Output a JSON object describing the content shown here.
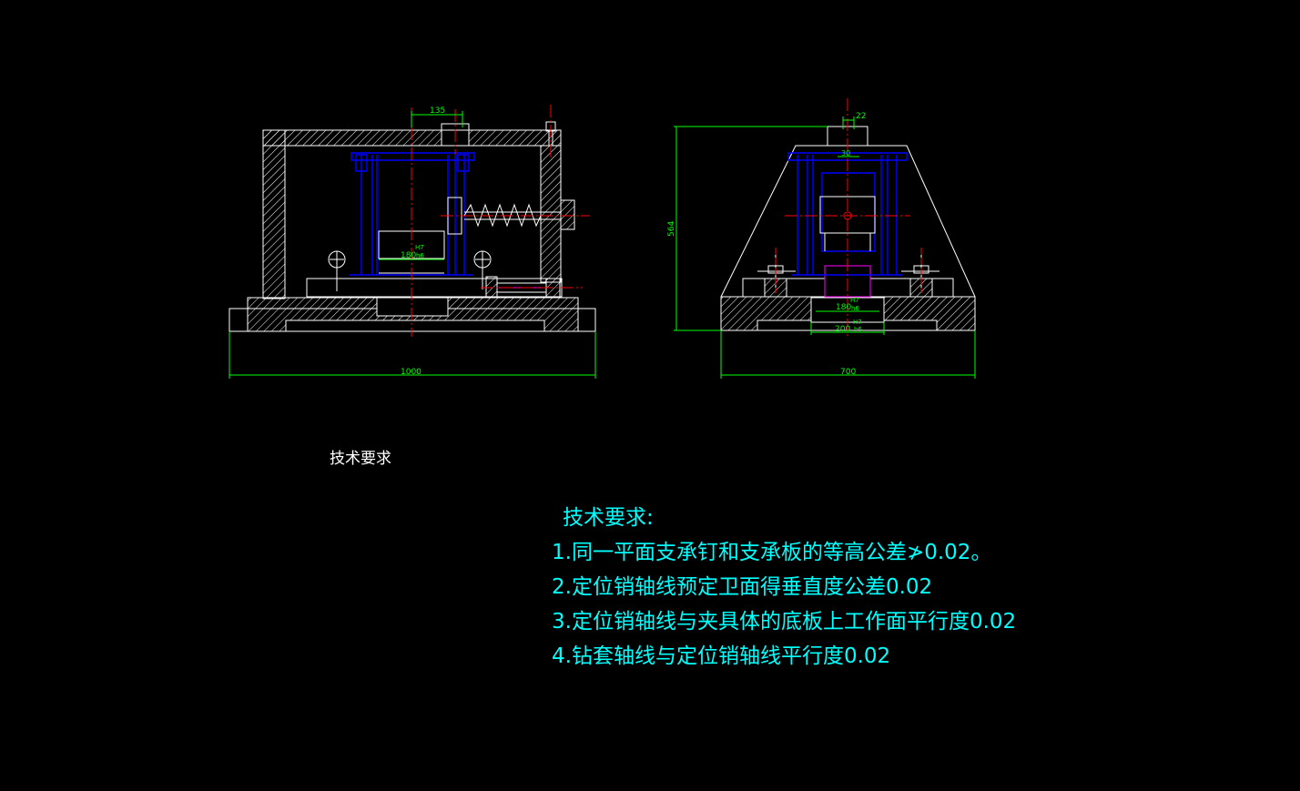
{
  "dimensions": {
    "front_top_width": "135",
    "front_fit": "180",
    "front_fit_tol_upper": "H7",
    "front_fit_tol_lower": "h6",
    "front_overall_width": "1000",
    "side_top_width": "22",
    "side_bushing": "30",
    "side_fit": "180",
    "side_fit_tol_upper": "H7",
    "side_fit_tol_lower": "h6",
    "side_base_fit": "200",
    "side_base_tol_upper": "H7",
    "side_base_tol_lower": "h6",
    "side_overall_height": "564",
    "side_overall_width": "700"
  },
  "notes": {
    "label": "技术要求",
    "title": "技术要求:",
    "items": [
      "1.同一平面支承钉和支承板的等高公差≯0.02。",
      "2.定位销轴线预定卫面得垂直度公差0.02",
      "3.定位销轴线与夹具体的底板上工作面平行度0.02",
      "4.钻套轴线与定位销轴线平行度0.02"
    ]
  },
  "colors": {
    "background": "#000000",
    "outline": "#ffffff",
    "dimension": "#00ff00",
    "centerline": "#ff0000",
    "part": "#0000ff",
    "text": "#00ffff"
  }
}
